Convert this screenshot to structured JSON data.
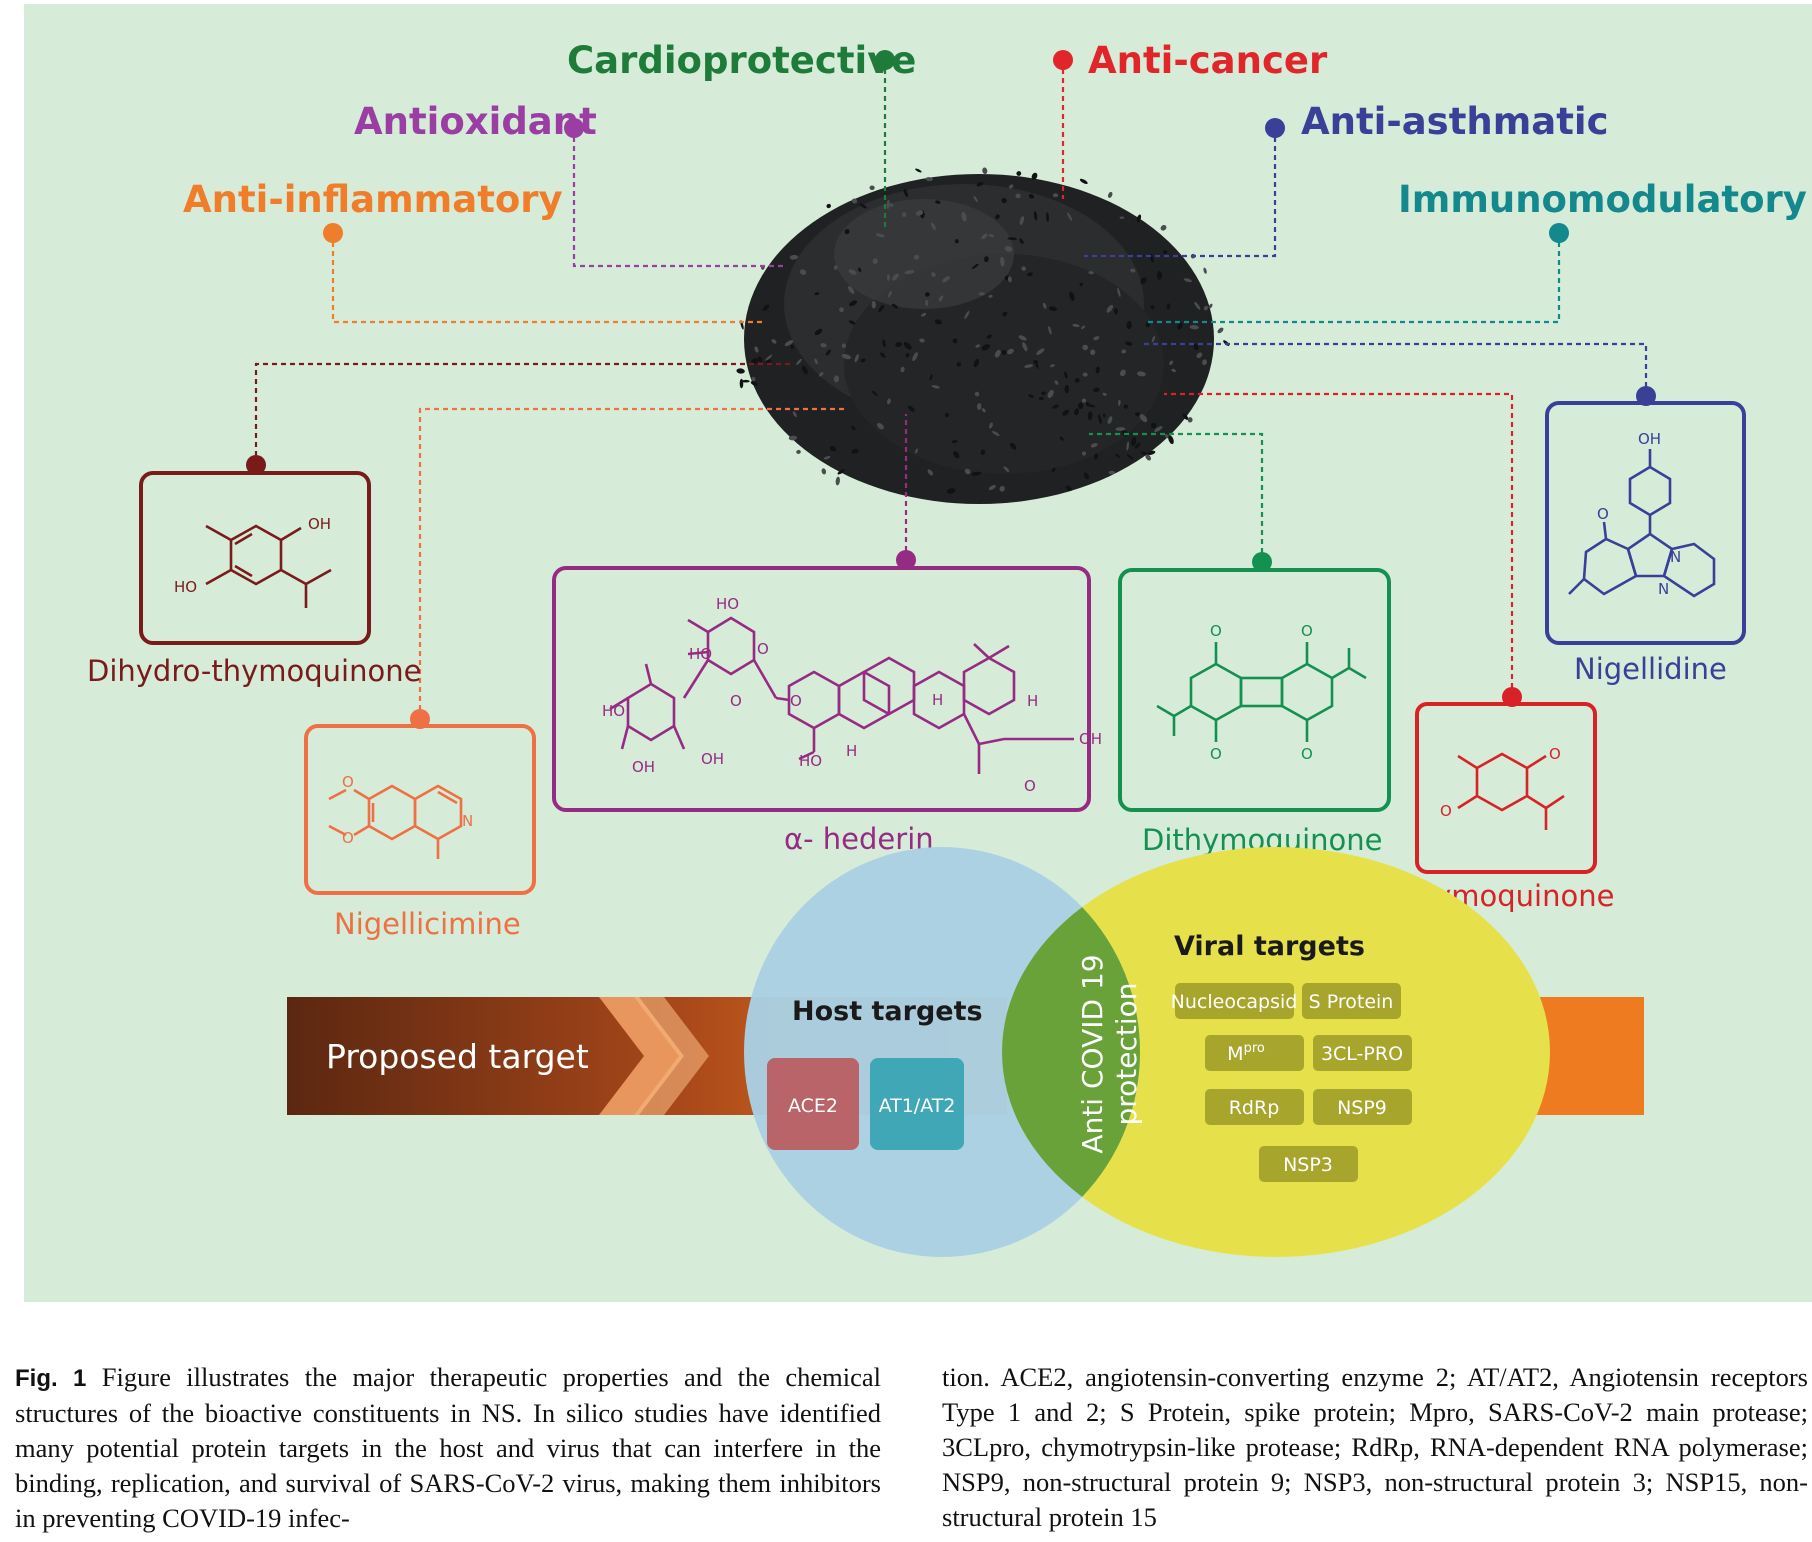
{
  "properties": [
    {
      "key": "cardioprotective",
      "label": "Cardioprotective",
      "color": "#1e7b3a"
    },
    {
      "key": "anti_cancer",
      "label": "Anti-cancer",
      "color": "#e0262a"
    },
    {
      "key": "antioxidant",
      "label": "Antioxidant",
      "color": "#9a3ea4"
    },
    {
      "key": "anti_asthmatic",
      "label": "Anti-asthmatic",
      "color": "#3a3f98"
    },
    {
      "key": "anti_inflammatory",
      "label": "Anti-inflammatory",
      "color": "#f07d2a"
    },
    {
      "key": "immunomodulatory",
      "label": "Immunomodulatory",
      "color": "#13888d"
    }
  ],
  "compounds": [
    {
      "key": "dihydro_thymoquinone",
      "label": "Dihydro-thymoquinone",
      "color": "#7a1b1b",
      "atoms": [
        "OH",
        "HO"
      ]
    },
    {
      "key": "nigellicimine",
      "label": "Nigellicimine",
      "color": "#ee7045",
      "atoms": [
        "O",
        "O",
        "N"
      ]
    },
    {
      "key": "alpha_hederin",
      "label": "α- hederin",
      "color": "#962b84",
      "atoms": [
        "HO",
        "HO",
        "O",
        "O",
        "O",
        "HO",
        "OH",
        "OH",
        "H",
        "H",
        "H",
        "HO",
        "OH",
        "O"
      ]
    },
    {
      "key": "dithymoquinone",
      "label": "Dithymoquinone",
      "color": "#149151",
      "atoms": [
        "O",
        "O",
        "O",
        "O"
      ]
    },
    {
      "key": "thymoquinone",
      "label": "Thymoquinone",
      "color": "#d82228",
      "atoms": [
        "O",
        "O"
      ]
    },
    {
      "key": "nigellidine",
      "label": "Nigellidine",
      "color": "#3a3f98",
      "atoms": [
        "OH",
        "O",
        "N",
        "N"
      ]
    }
  ],
  "targets": {
    "proposed_label": "Proposed target",
    "host_title": "Host targets",
    "host": [
      {
        "label": "ACE2",
        "color": "#b86468"
      },
      {
        "label": "AT1/AT2",
        "color": "#3fa7b5"
      }
    ],
    "overlap_label_1": "Anti COVID 19",
    "overlap_label_2": "protection",
    "viral_title": "Viral targets",
    "viral": [
      "Nucleocapsid",
      "S Protein",
      "M",
      "3CL-PRO",
      "RdRp",
      "NSP9",
      "NSP3"
    ],
    "viral_mpro_sup": "pro",
    "colors": {
      "host_circle": "#a9d0e2",
      "viral_circle": "#e6e14a",
      "overlap": "#6aa23a",
      "arrow_start": "#5b2711",
      "arrow_end": "#ef7b21",
      "badge": "#a8a52c"
    }
  },
  "caption": {
    "fig_label": "Fig. 1",
    "left": "Figure illustrates the major therapeutic properties and the chemical structures of the bioactive constituents in NS. In silico studies have identified many potential protein targets in the host and virus that can interfere in the binding, replication, and survival of SARS-CoV-2 virus, making them inhibitors in preventing COVID-19 infec-",
    "right": "tion. ACE2, angiotensin-converting enzyme 2; AT/AT2, Angiotensin receptors Type 1 and 2; S Protein, spike protein; Mpro, SARS-CoV-2 main protease; 3CLpro, chymotrypsin-like protease; RdRp, RNA-dependent RNA polymerase; NSP9, non-structural protein 9; NSP3, non-structural protein 3; NSP15, non-structural protein 15"
  }
}
